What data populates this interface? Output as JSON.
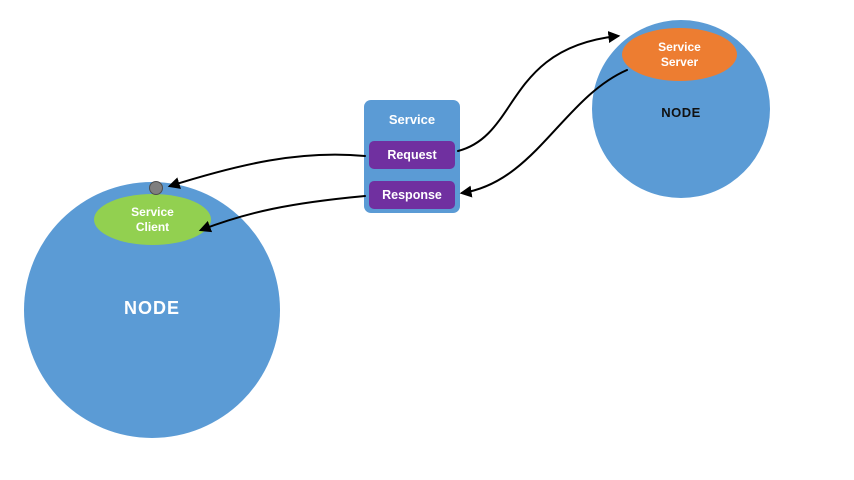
{
  "left_node": {
    "label": "NODE",
    "service_client": {
      "line1": "Service",
      "line2": "Client"
    }
  },
  "right_node": {
    "label": "NODE",
    "service_server": {
      "line1": "Service",
      "line2": "Server"
    }
  },
  "service": {
    "title": "Service",
    "request": "Request",
    "response": "Response"
  },
  "colors": {
    "node_blue": "#5B9BD5",
    "client_green": "#92D050",
    "server_orange": "#ED7D31",
    "message_purple": "#7030A0",
    "connection_dot_gray": "#7F7F7F",
    "arrow_black": "#000000",
    "background": "#FFFFFF"
  }
}
